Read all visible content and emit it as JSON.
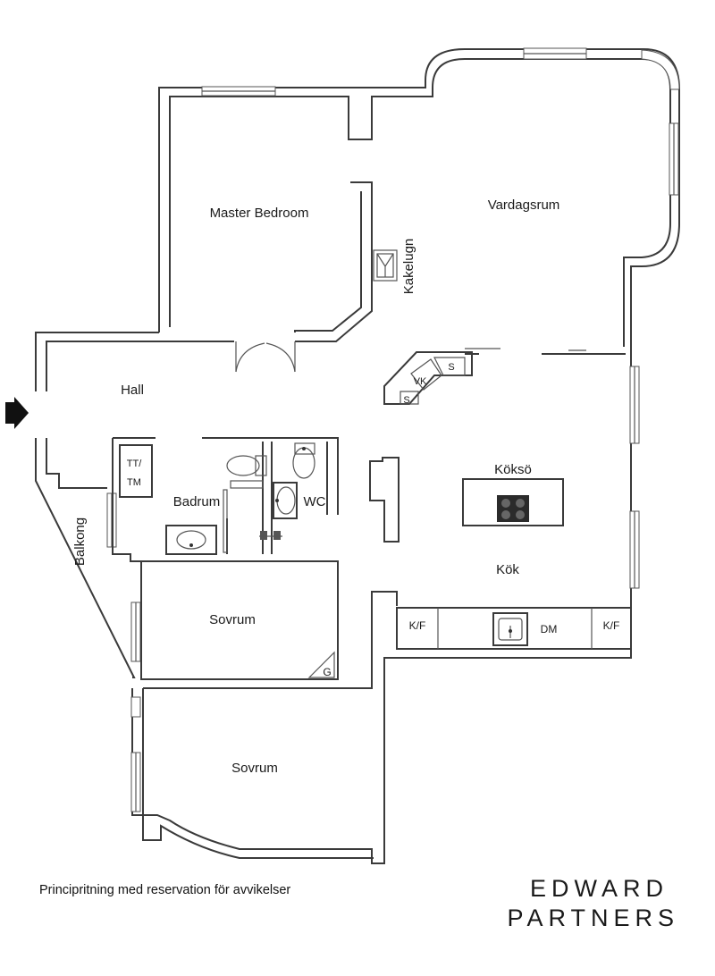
{
  "rooms": {
    "master_bedroom": "Master Bedroom",
    "vardagsrum": "Vardagsrum",
    "kakelugn": "Kakelugn",
    "hall": "Hall",
    "badrum": "Badrum",
    "tt_tm_line1": "TT/",
    "tt_tm_line2": "TM",
    "wc": "WC",
    "balkong": "Balkong",
    "koksoe": "Köksö",
    "kok": "Kök",
    "sovrum_1": "Sovrum",
    "sovrum_2": "Sovrum"
  },
  "fixtures": {
    "s_upper": "S",
    "vk": "VK",
    "s_lower": "S",
    "g": "G",
    "kf_left": "K/F",
    "dm": "DM",
    "kf_right": "K/F"
  },
  "footer": {
    "disclaimer": "Principritning med reservation för avvikelser",
    "brand_line1": "EDWARD",
    "brand_line2": "PARTNERS"
  },
  "icons": [
    "entrance-arrow-icon",
    "toilet-icon",
    "sink-icon",
    "stove-icon",
    "faucet-icon",
    "fireplace-icon"
  ]
}
